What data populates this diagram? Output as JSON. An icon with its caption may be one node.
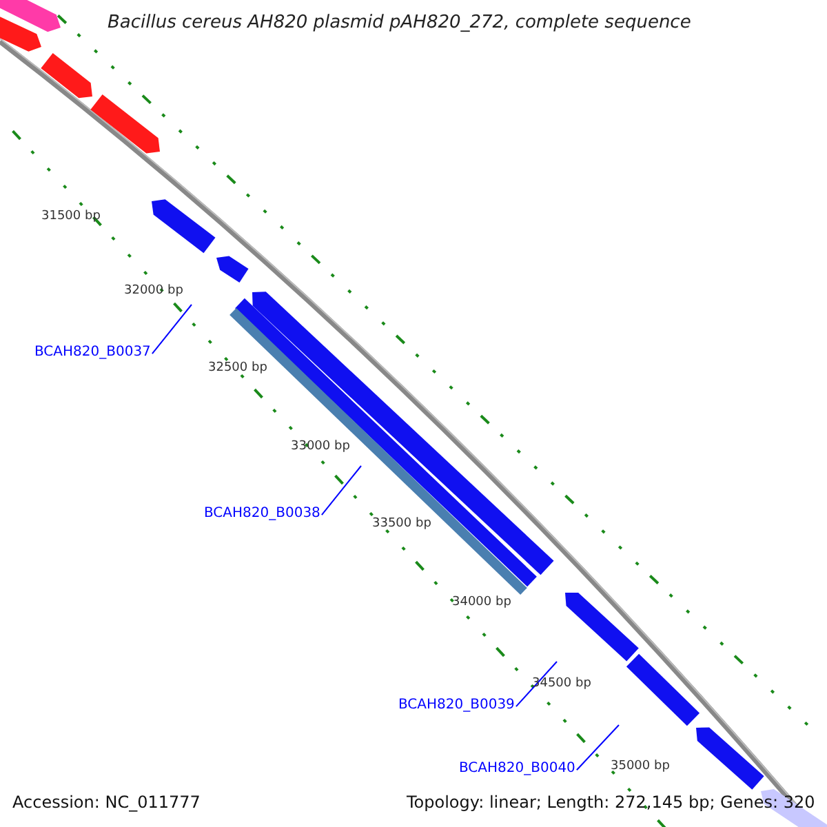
{
  "diagram": {
    "title": "Bacillus cereus AH820 plasmid pAH820_272, complete sequence",
    "nodes": [
      {
        "text": [
          "BCAH820_B0037"
        ]
      },
      {
        "text": [
          "BCAH820_B0038"
        ]
      },
      {
        "text": [
          "BCAH820_B0039"
        ]
      },
      {
        "text": [
          "BCAH820_B0040"
        ]
      }
    ],
    "edges": [
      {
        "from": 0,
        "to": null,
        "arrow": "none"
      },
      {
        "from": 1,
        "to": null,
        "arrow": "none"
      },
      {
        "from": 2,
        "to": null,
        "arrow": "none"
      },
      {
        "from": 3,
        "to": null,
        "arrow": "none"
      }
    ],
    "labels": [
      "31500 bp",
      "32000 bp",
      "32500 bp",
      "33000 bp",
      "33500 bp",
      "34000 bp",
      "34500 bp",
      "35000 bp",
      "Accession: NC_011777",
      "Topology: linear; Length: 272,145 bp; Genes: 320"
    ]
  }
}
